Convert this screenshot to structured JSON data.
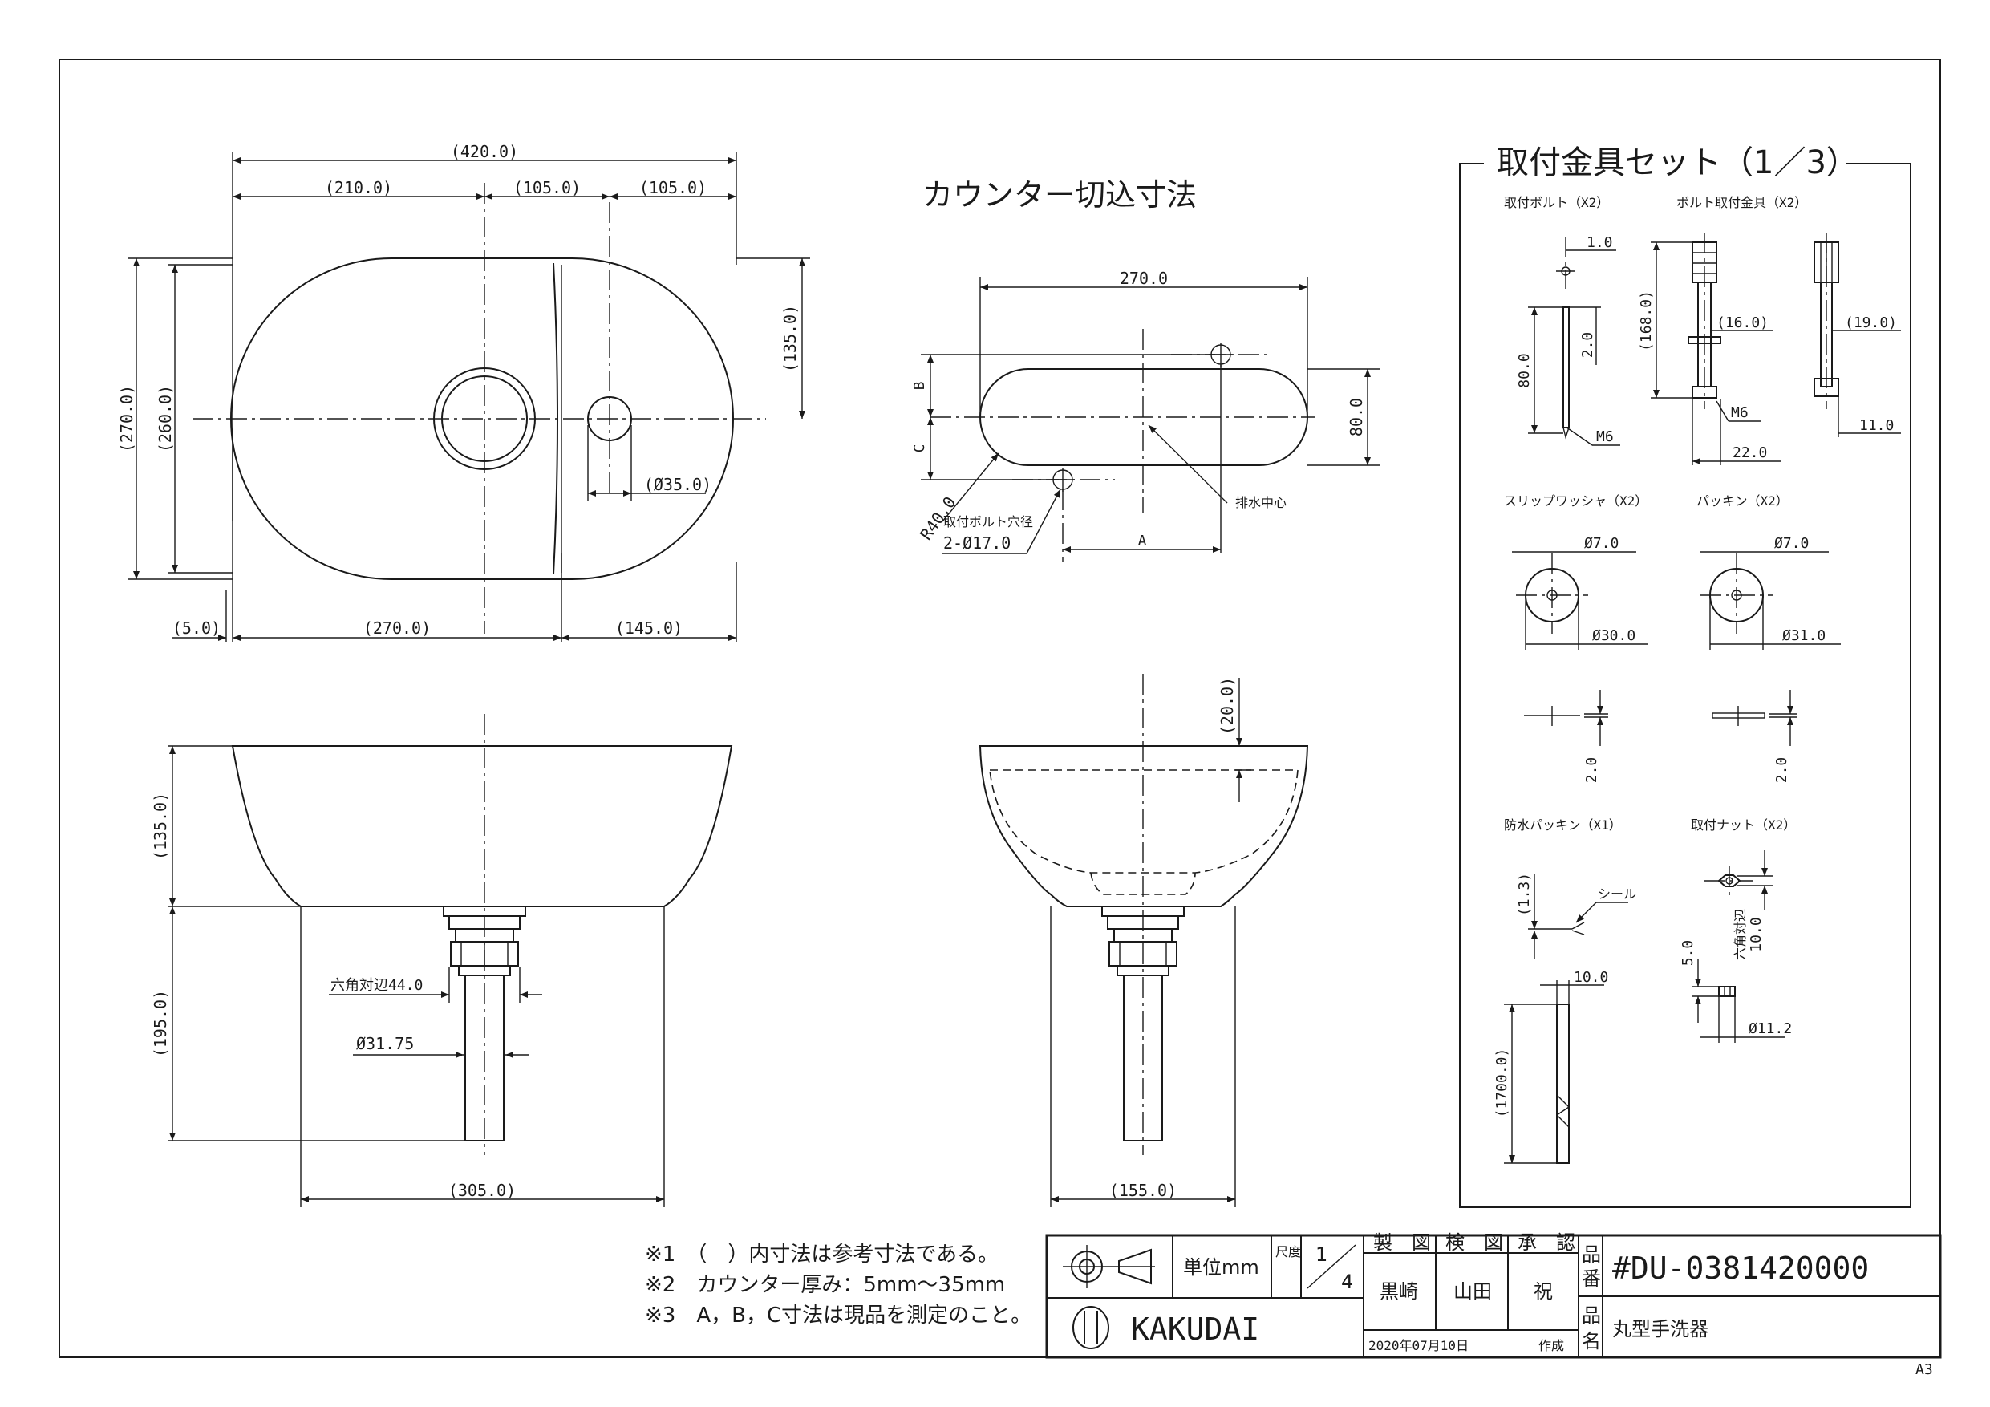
{
  "views": {
    "plan": {
      "dims": [
        "(420.0)",
        "(210.0)",
        "(105.0)",
        "(105.0)",
        "(270.0)",
        "(260.0)",
        "(135.0)",
        "(Ø35.0)",
        "(5.0)",
        "(270.0)",
        "(145.0)"
      ]
    },
    "counter": {
      "title": "カウンター切込寸法",
      "dims": [
        "270.0",
        "80.0",
        "R40.0",
        "A",
        "B",
        "C"
      ],
      "bolt_hole_label": "取付ボルト穴径",
      "bolt_hole_dim": "2-Ø17.0",
      "drain_center": "排水中心"
    },
    "front": {
      "dims": [
        "(135.0)",
        "(195.0)",
        "(305.0)"
      ],
      "hex_label": "六角対辺44.0",
      "pipe_dim": "Ø31.75"
    },
    "side": {
      "dims": [
        "(20.0)",
        "(155.0)"
      ]
    }
  },
  "fittings": {
    "title": "取付金具セット（1／3）",
    "items": {
      "bolt": {
        "label": "取付ボルト（X2）",
        "dims": [
          "1.0",
          "2.0",
          "80.0",
          "M6"
        ]
      },
      "bracket": {
        "label": "ボルト取付金具（X2）",
        "dims": [
          "(168.0)",
          "(16.0)",
          "(19.0)",
          "M6",
          "22.0",
          "11.0"
        ]
      },
      "slip_washer": {
        "label": "スリップワッシャ（X2）",
        "dims": [
          "Ø7.0",
          "Ø30.0",
          "2.0"
        ]
      },
      "packing": {
        "label": "パッキン（X2）",
        "dims": [
          "Ø7.0",
          "Ø31.0",
          "2.0"
        ]
      },
      "waterproof": {
        "label": "防水パッキン（X1）",
        "dims": [
          "(1.3)",
          "シール",
          "10.0",
          "(1700.0)"
        ]
      },
      "nut": {
        "label": "取付ナット（X2）",
        "dims": [
          "六角対辺",
          "10.0",
          "5.0",
          "Ø11.2"
        ]
      }
    }
  },
  "notes": [
    "※1　（　）内寸法は参考寸法である。",
    "※2　カウンター厚み：5mm～35mm",
    "※3　A，B，C寸法は現品を測定のこと。"
  ],
  "title_block": {
    "unit_label": "単位mm",
    "scale_label": "尺度",
    "scale_num": "1",
    "scale_den": "4",
    "drawn_label": "製　図",
    "checked_label": "検　図",
    "approved_label": "承　認",
    "drawn_by": "黒崎",
    "checked_by": "山田",
    "approved_by": "祝",
    "date": "2020年07月10日",
    "date_suffix": "作成",
    "part_no_label": "品番",
    "part_no": "#DU-0381420000",
    "part_name_label": "品名",
    "part_name": "丸型手洗器",
    "brand": "KAKUDAI"
  },
  "sheet_size": "A3"
}
